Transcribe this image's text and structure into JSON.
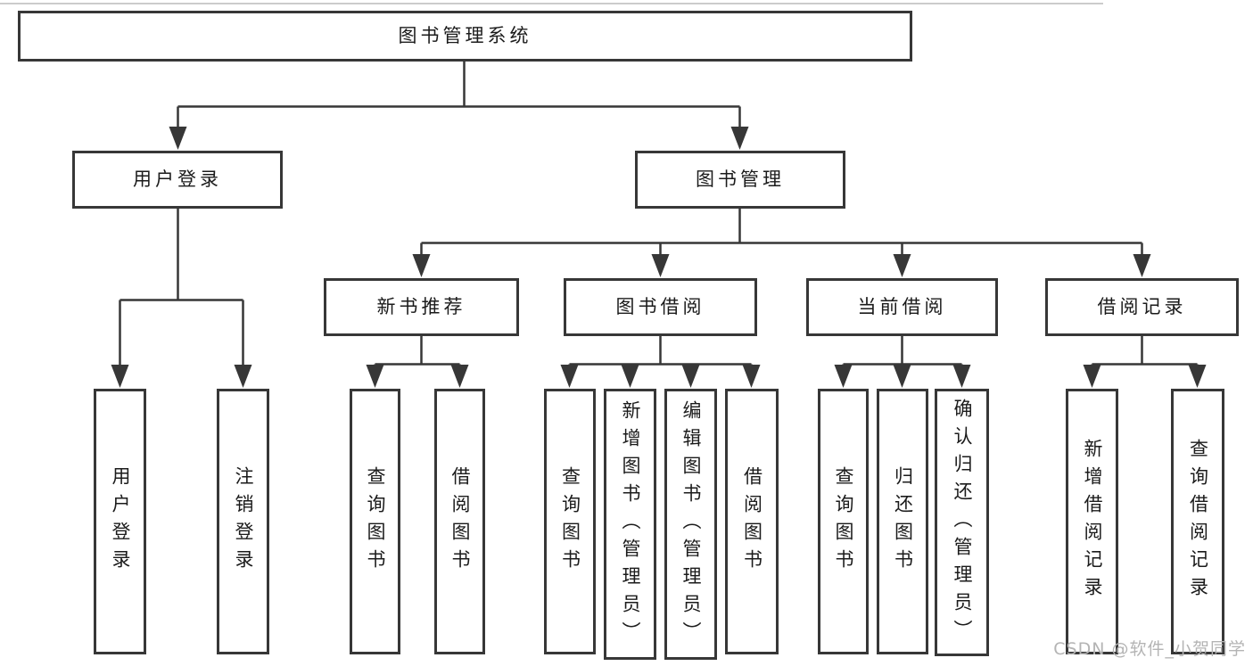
{
  "tree": {
    "root": {
      "label": "图书管理系统",
      "children": [
        {
          "label": "用户登录",
          "children": [
            {
              "label": "用户登录"
            },
            {
              "label": "注销登录"
            }
          ]
        },
        {
          "label": "图书管理",
          "children": [
            {
              "label": "新书推荐",
              "children": [
                {
                  "label": "查询图书"
                },
                {
                  "label": "借阅图书"
                }
              ]
            },
            {
              "label": "图书借阅",
              "children": [
                {
                  "label": "查询图书"
                },
                {
                  "label": "新增图书（管理员）"
                },
                {
                  "label": "编辑图书（管理员）"
                },
                {
                  "label": "借阅图书"
                }
              ]
            },
            {
              "label": "当前借阅",
              "children": [
                {
                  "label": "查询图书"
                },
                {
                  "label": "归还图书"
                },
                {
                  "label": "确认归还（管理员）"
                }
              ]
            },
            {
              "label": "借阅记录",
              "children": [
                {
                  "label": "新增借阅记录"
                },
                {
                  "label": "查询借阅记录"
                }
              ]
            }
          ]
        }
      ]
    }
  },
  "watermark": {
    "text": "CSDN @软件_小贺同学"
  },
  "colors": {
    "line": "#373737",
    "box_border": "#373737",
    "text": "#1b1b1b",
    "watermark": "#b4b4b4",
    "background": "#ffffff"
  }
}
